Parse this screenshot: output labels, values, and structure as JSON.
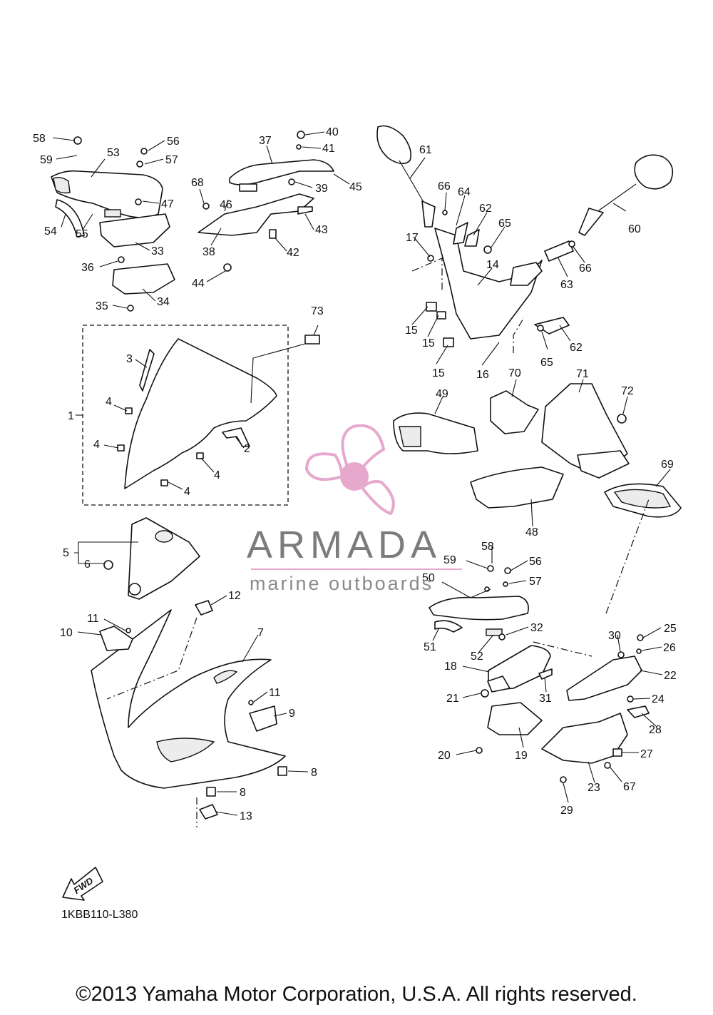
{
  "labels": [
    "58",
    "59",
    "53",
    "56",
    "57",
    "54",
    "55",
    "47",
    "33",
    "36",
    "34",
    "35",
    "37",
    "40",
    "41",
    "68",
    "46",
    "39",
    "45",
    "38",
    "43",
    "42",
    "44",
    "61",
    "66",
    "64",
    "62",
    "65",
    "60",
    "17",
    "14",
    "63",
    "66",
    "15",
    "15",
    "15",
    "16",
    "65",
    "62",
    "73",
    "3",
    "1",
    "4",
    "4",
    "4",
    "4",
    "2",
    "49",
    "70",
    "71",
    "72",
    "69",
    "48",
    "5",
    "6",
    "12",
    "58",
    "59",
    "56",
    "57",
    "50",
    "11",
    "10",
    "7",
    "11",
    "9",
    "8",
    "8",
    "13",
    "51",
    "52",
    "32",
    "30",
    "25",
    "26",
    "18",
    "31",
    "22",
    "21",
    "24",
    "28",
    "20",
    "19",
    "27",
    "29",
    "23",
    "67"
  ],
  "diagram_code": "1KBB110-L380",
  "fwd_label": "FWD",
  "brand": {
    "name": "ARMADA",
    "tagline": "marine outboards",
    "pink": "#e6a9cd",
    "grey": "#7c7c7c"
  },
  "copyright": "©2013 Yamaha Motor Corporation, U.S.A. All rights reserved."
}
